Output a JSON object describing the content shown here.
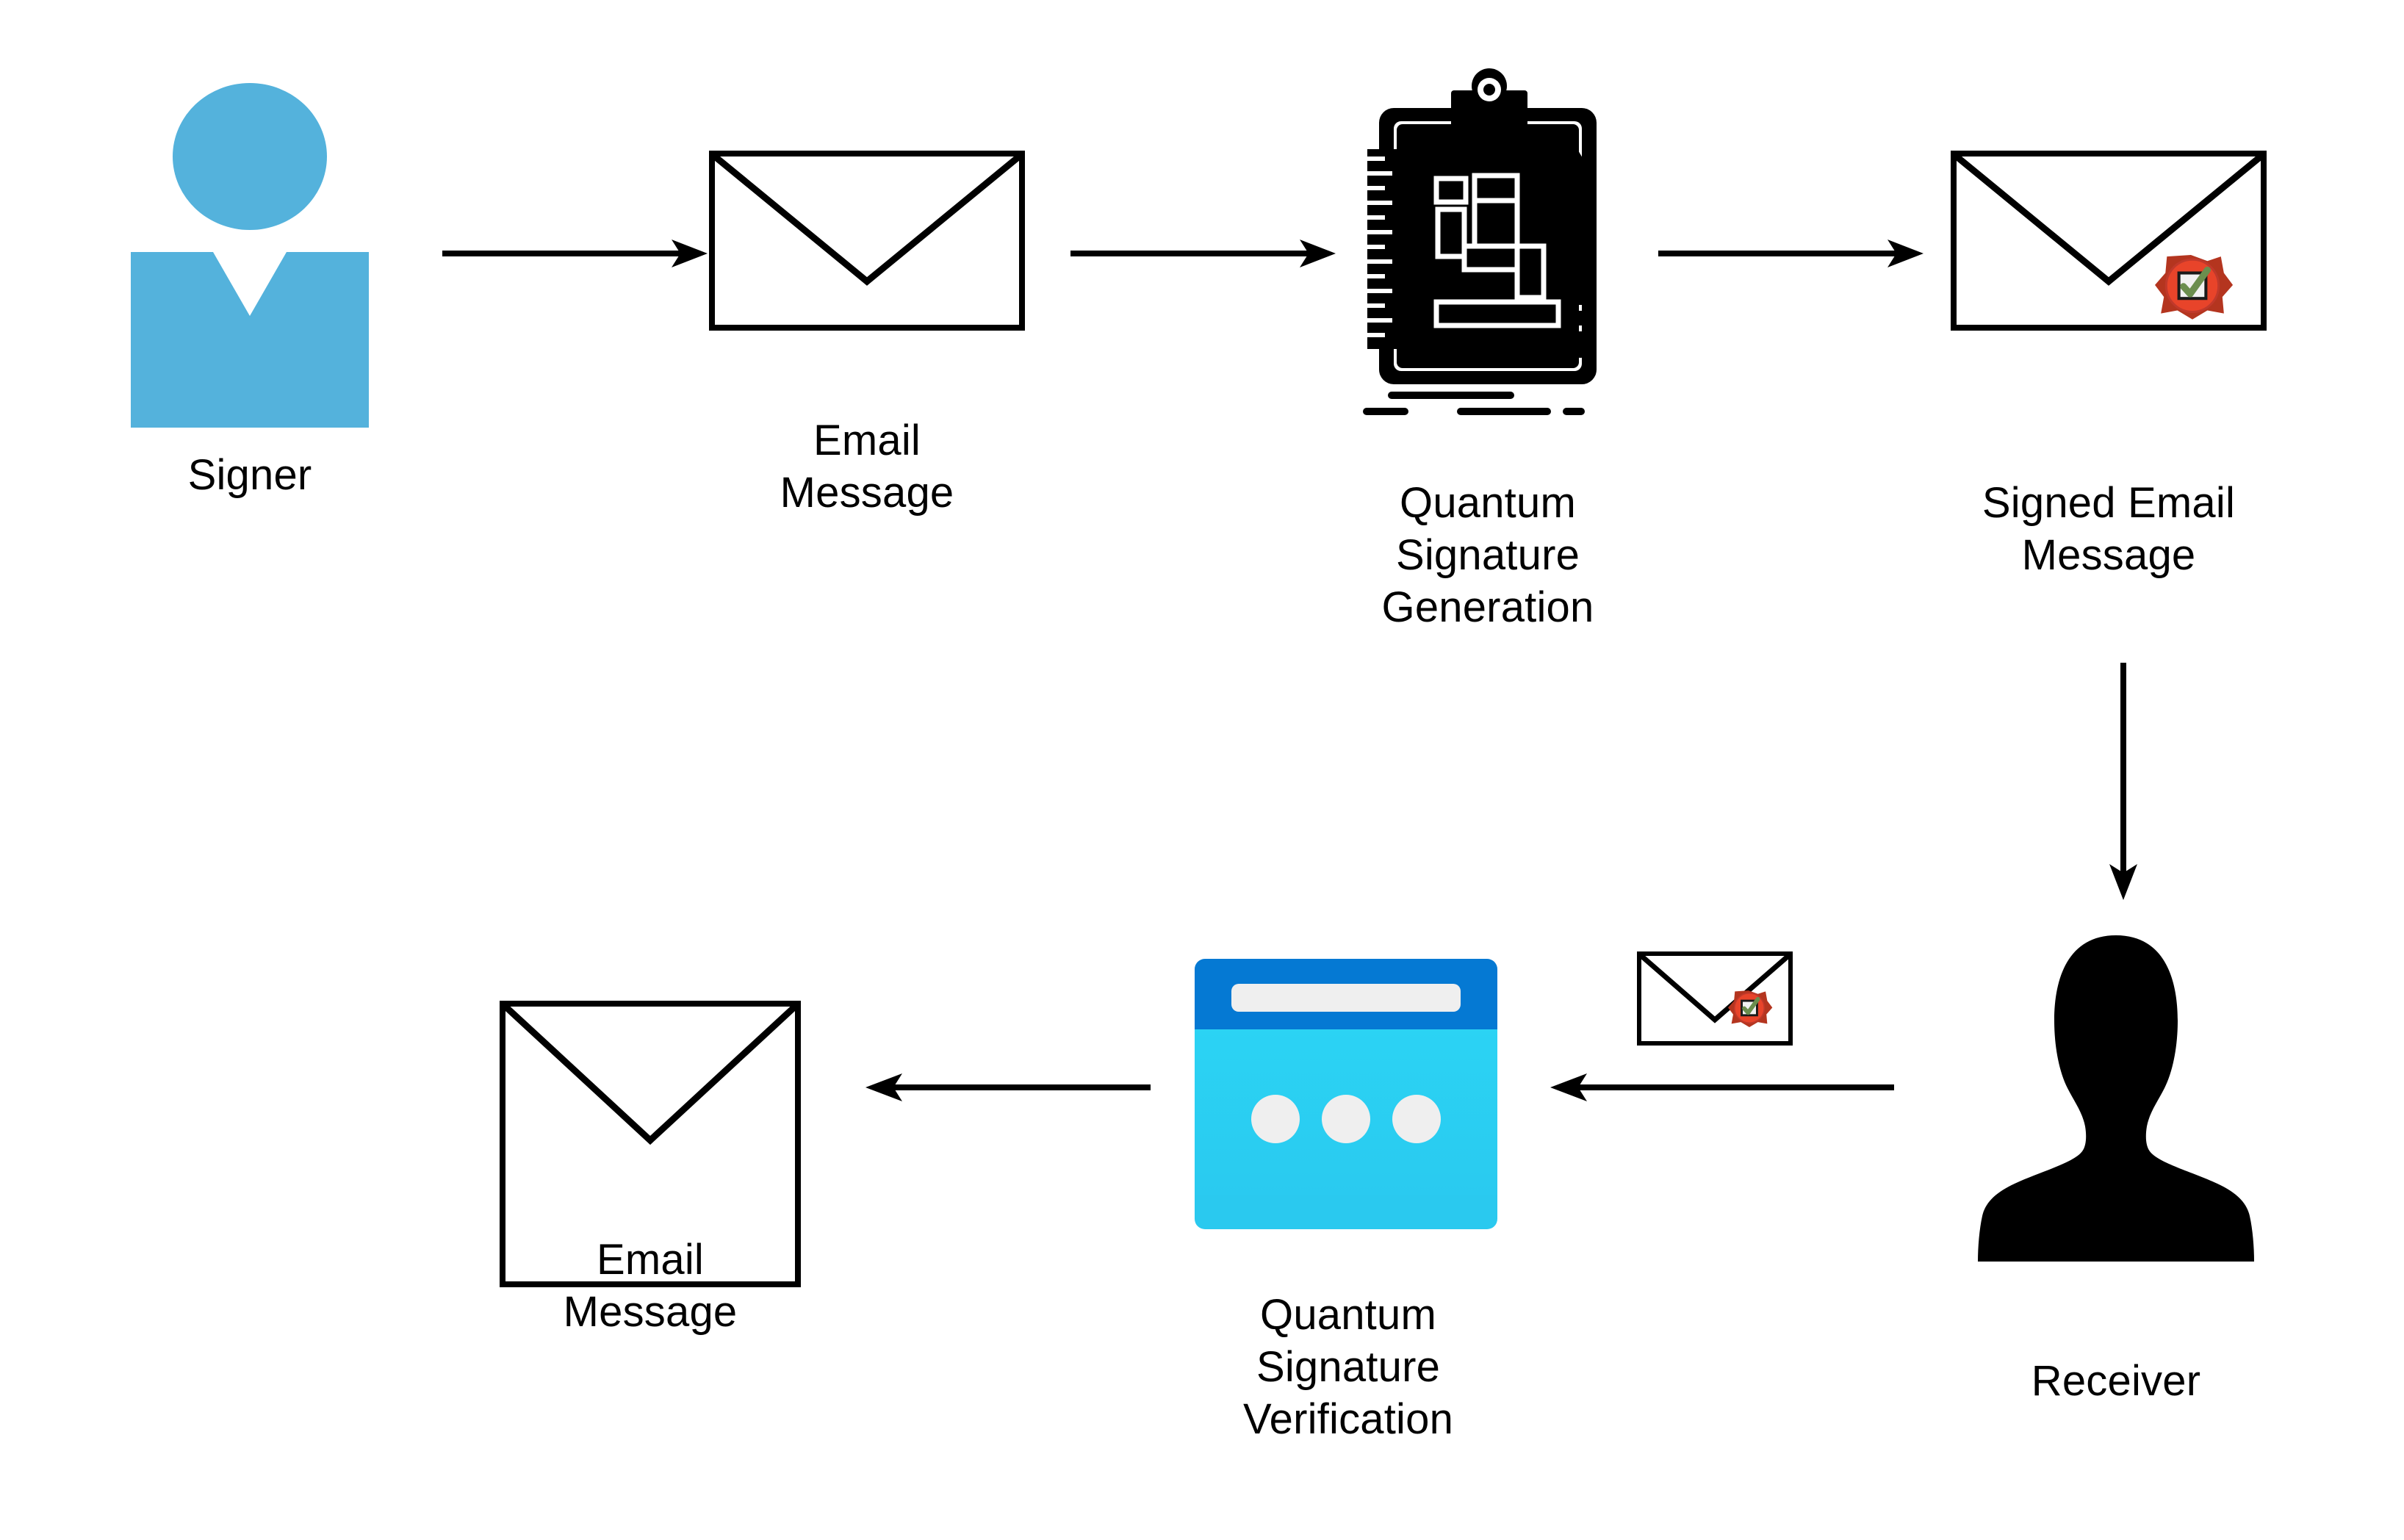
{
  "diagram": {
    "title": "Quantum Signature Email Flow",
    "background": "#ffffff",
    "stroke": "#000000",
    "colors": {
      "person_blue": "#54B2DC",
      "browser_header_blue": "#0579D3",
      "browser_body_cyan": "#2DD0F2",
      "browser_chrome_gray": "#EFEFEF",
      "seal_red": "#C0392B",
      "seal_red_light": "#E8442A",
      "check_green": "#6B8E4E",
      "icon_black": "#000000"
    }
  },
  "nodes": [
    {
      "id": "signer",
      "icon": "person-avatar-icon",
      "label": "Signer"
    },
    {
      "id": "email-message-1",
      "icon": "envelope-icon",
      "label": "Email\nMessage"
    },
    {
      "id": "quantum-signature-generation",
      "icon": "clipboard-blueprint-icon",
      "label": "Quantum\nSignature\nGeneration"
    },
    {
      "id": "signed-email-message",
      "icon": "envelope-with-wax-seal-icon",
      "label": "Signed Email\nMessage"
    },
    {
      "id": "receiver",
      "icon": "person-silhouette-icon",
      "label": "Receiver"
    },
    {
      "id": "signed-email-small",
      "icon": "envelope-with-wax-seal-icon",
      "label": ""
    },
    {
      "id": "quantum-signature-verification",
      "icon": "browser-window-icon",
      "label": "Quantum\nSignature\nVerification"
    },
    {
      "id": "email-message-2",
      "icon": "envelope-icon",
      "label": "Email\nMessage"
    }
  ],
  "edges": [
    {
      "id": "edge-signer-to-email",
      "from": "signer",
      "to": "email-message-1",
      "direction": "right"
    },
    {
      "id": "edge-email-to-generation",
      "from": "email-message-1",
      "to": "quantum-signature-generation",
      "direction": "right"
    },
    {
      "id": "edge-generation-to-signed",
      "from": "quantum-signature-generation",
      "to": "signed-email-message",
      "direction": "right"
    },
    {
      "id": "edge-signed-to-receiver",
      "from": "signed-email-message",
      "to": "receiver",
      "direction": "down"
    },
    {
      "id": "edge-receiver-to-verification",
      "from": "receiver",
      "to": "quantum-signature-verification",
      "direction": "left"
    },
    {
      "id": "edge-verification-to-email",
      "from": "quantum-signature-verification",
      "to": "email-message-2",
      "direction": "left"
    }
  ]
}
